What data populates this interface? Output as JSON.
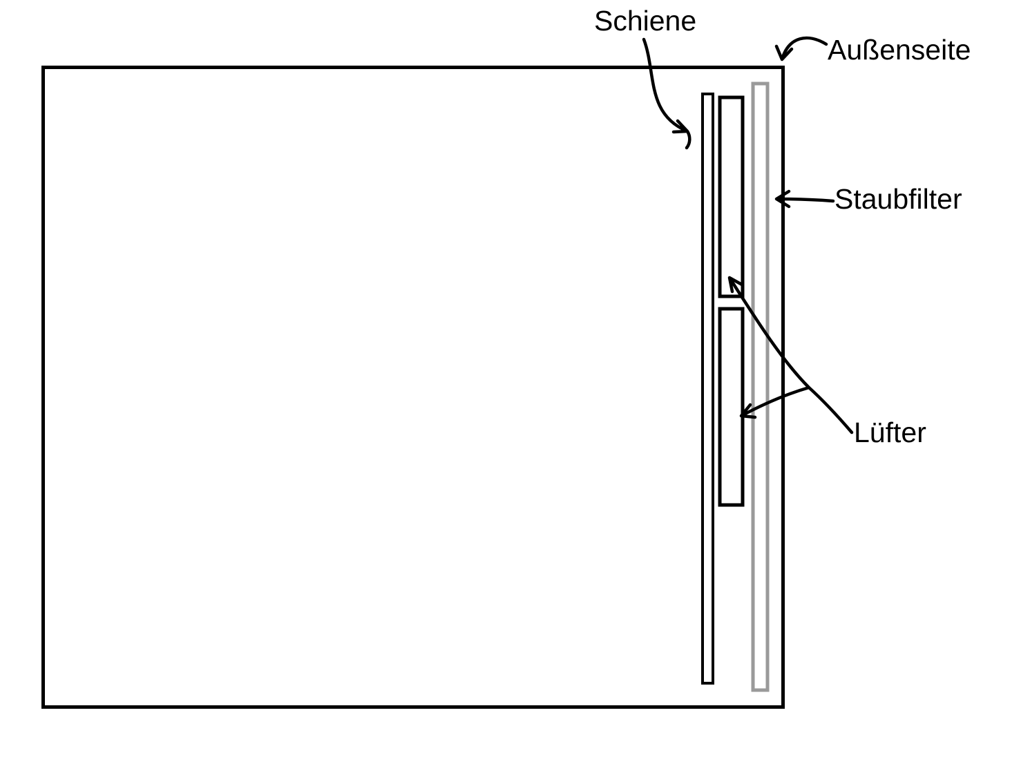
{
  "diagram": {
    "labels": {
      "schiene": "Schiene",
      "aussenseite": "Außenseite",
      "staubfilter": "Staubfilter",
      "luefter": "Lüfter"
    },
    "colors": {
      "line": "#000000",
      "dust_filter": "#9a9a9a",
      "background": "#ffffff"
    }
  }
}
